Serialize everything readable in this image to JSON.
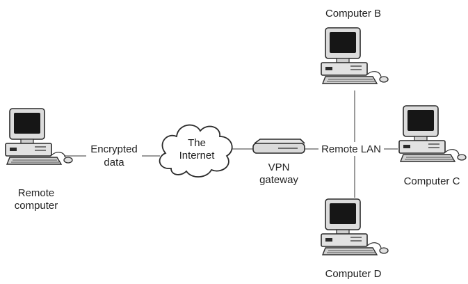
{
  "labels": {
    "remote_computer_line1": "Remote",
    "remote_computer_line2": "computer",
    "encrypted_line1": "Encrypted",
    "encrypted_line2": "data",
    "internet_line1": "The",
    "internet_line2": "Internet",
    "vpn_line1": "VPN",
    "vpn_line2": "gateway",
    "remote_lan": "Remote LAN",
    "computer_b": "Computer B",
    "computer_c": "Computer C",
    "computer_d": "Computer D"
  },
  "colors": {
    "line": "#9a9a9a",
    "device_outline": "#2a2a2a",
    "device_body": "#dcdcdc",
    "screen": "#161616",
    "text": "#222222"
  }
}
